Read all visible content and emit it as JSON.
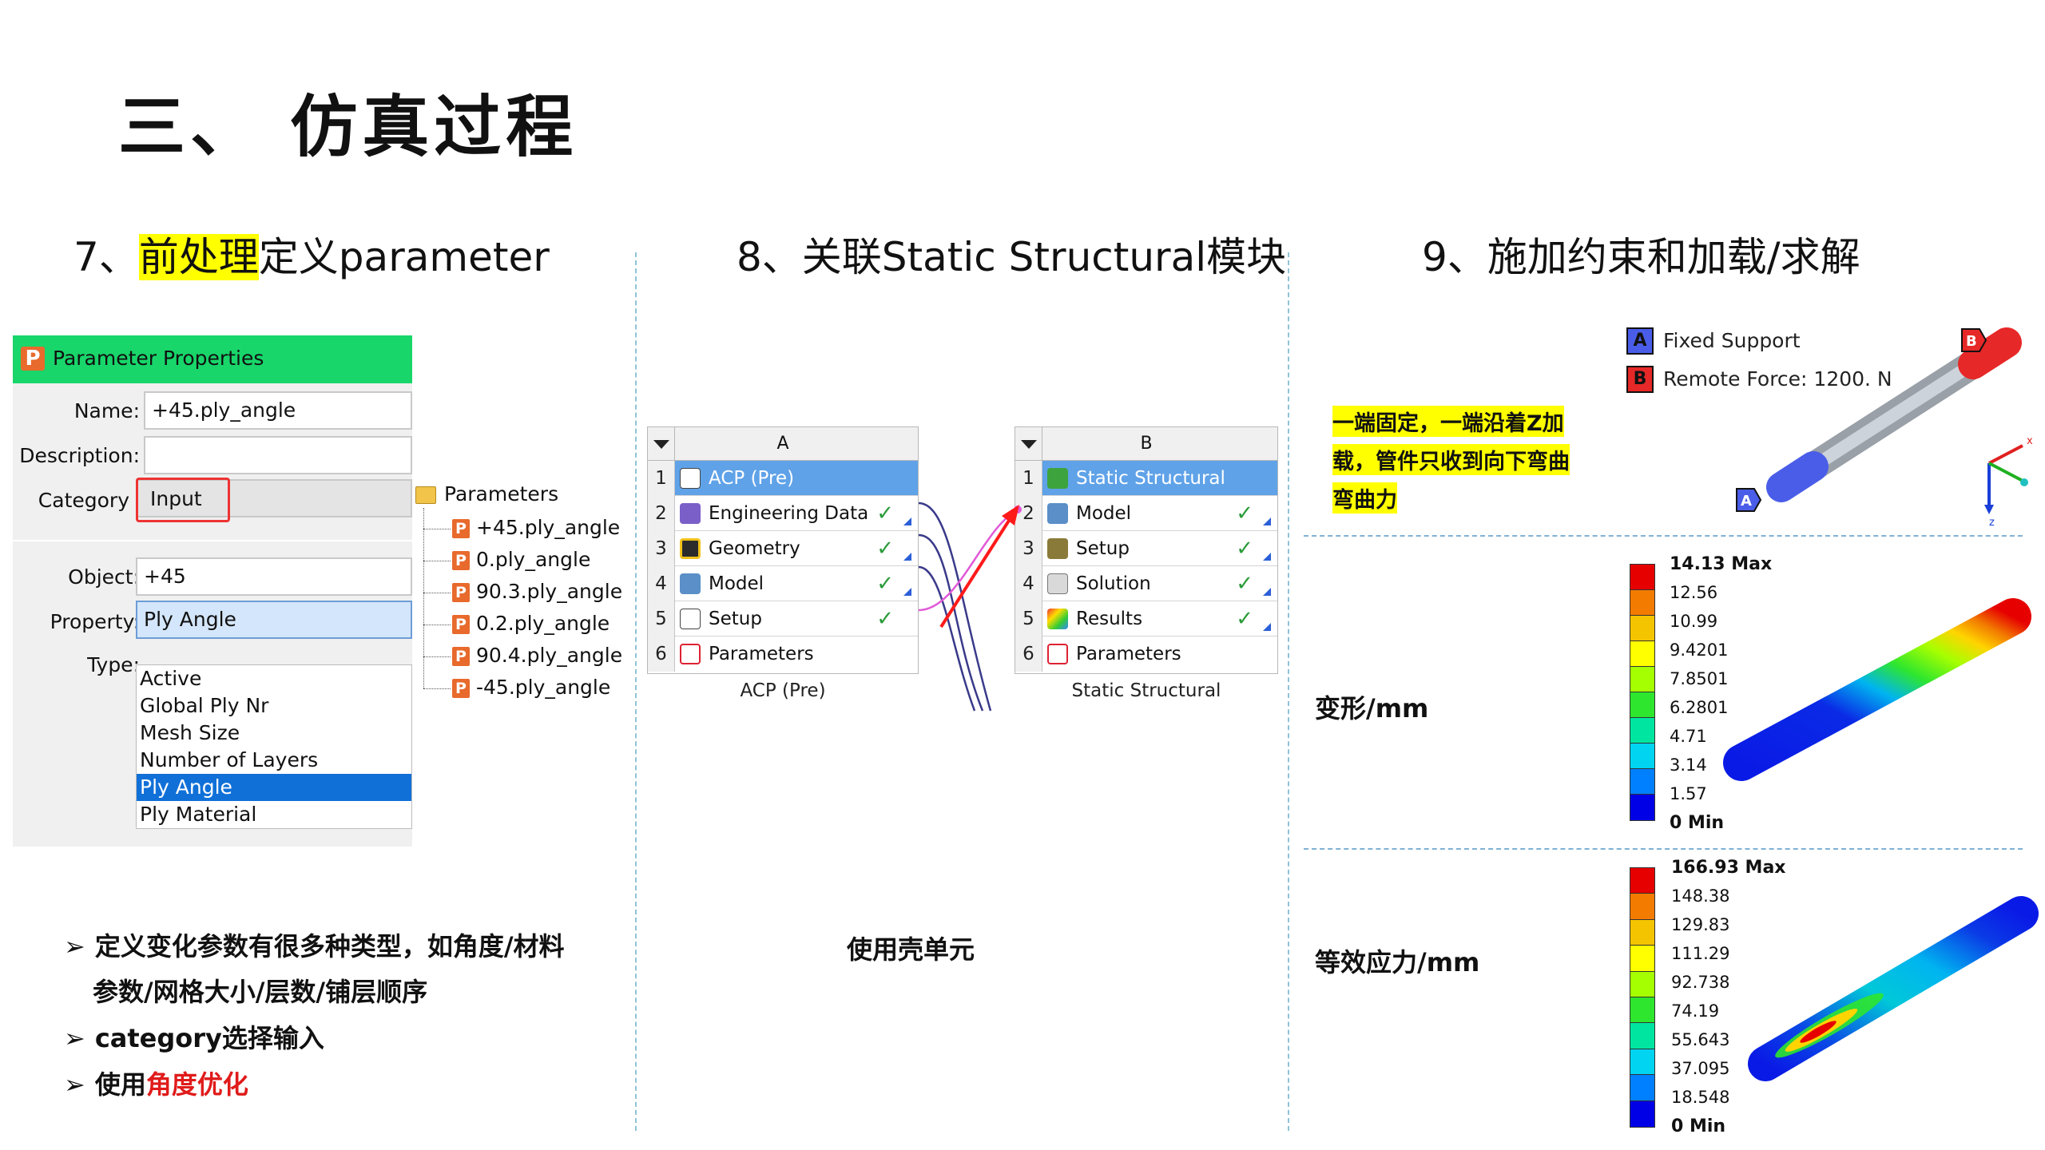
{
  "slide_title": "三、 仿真过程",
  "sections": {
    "s7": {
      "prefix": "7、",
      "highlight": "前处理",
      "rest": "定义parameter"
    },
    "s8": {
      "title": "8、关联Static Structural模块"
    },
    "s9": {
      "title": "9、施加约束和加载/求解"
    }
  },
  "param_props": {
    "header": "Parameter Properties",
    "name_label": "Name:",
    "name_value": "+45.ply_angle",
    "description_label": "Description:",
    "description_value": "",
    "category_label": "Category",
    "category_value": "Input",
    "object_label": "Object:",
    "object_value": "+45",
    "property_label": "Property:",
    "property_value": "Ply Angle",
    "type_label": "Type:",
    "type_options": [
      "Active",
      "Global Ply Nr",
      "Mesh Size",
      "Number of Layers",
      "Ply Angle",
      "Ply Material"
    ],
    "type_selected": "Ply Angle"
  },
  "parameters_tree": {
    "root": "Parameters",
    "items": [
      "+45.ply_angle",
      "0.ply_angle",
      "90.3.ply_angle",
      "0.2.ply_angle",
      "90.4.ply_angle",
      "-45.ply_angle"
    ]
  },
  "bullets": {
    "b1_line1": "定义变化参数有很多种类型，如角度/材料",
    "b1_line2": "参数/网格大小/层数/铺层顺序",
    "b2": "category选择输入",
    "b3_prefix": "使用",
    "b3_red": "角度优化"
  },
  "wb": {
    "sys_a": {
      "col": "A",
      "rows": [
        {
          "n": "1",
          "label": "ACP (Pre)"
        },
        {
          "n": "2",
          "label": "Engineering Data"
        },
        {
          "n": "3",
          "label": "Geometry"
        },
        {
          "n": "4",
          "label": "Model"
        },
        {
          "n": "5",
          "label": "Setup"
        },
        {
          "n": "6",
          "label": "Parameters"
        }
      ],
      "caption": "ACP (Pre)"
    },
    "sys_b": {
      "col": "B",
      "rows": [
        {
          "n": "1",
          "label": "Static Structural"
        },
        {
          "n": "2",
          "label": "Model"
        },
        {
          "n": "3",
          "label": "Setup"
        },
        {
          "n": "4",
          "label": "Solution"
        },
        {
          "n": "5",
          "label": "Results"
        },
        {
          "n": "6",
          "label": "Parameters"
        }
      ],
      "caption": "Static Structural"
    },
    "check": "✓",
    "note": "使用壳单元"
  },
  "bc": {
    "a_letter": "A",
    "a_label": "Fixed Support",
    "b_letter": "B",
    "b_label": "Remote Force: 1200. N",
    "note_l1": "一端固定，一端沿着Z加",
    "note_l2": "载，管件只收到向下弯曲",
    "note_l3": "弯曲力",
    "axis_z": "z",
    "axis_x": "x"
  },
  "deformation": {
    "label": "变形/mm",
    "values": [
      "14.13 Max",
      "12.56",
      "10.99",
      "9.4201",
      "7.8501",
      "6.2801",
      "4.71",
      "3.14",
      "1.57",
      "0 Min"
    ]
  },
  "stress": {
    "label": "等效应力/mm",
    "values": [
      "166.93 Max",
      "148.38",
      "129.83",
      "111.29",
      "92.738",
      "74.19",
      "55.643",
      "37.095",
      "18.548",
      "0 Min"
    ]
  },
  "colorbar": [
    "#e60000",
    "#f27b00",
    "#f5c400",
    "#ffff00",
    "#a6ff00",
    "#2ee62e",
    "#00e6a0",
    "#00d4f0",
    "#0080ff",
    "#0000e6"
  ]
}
